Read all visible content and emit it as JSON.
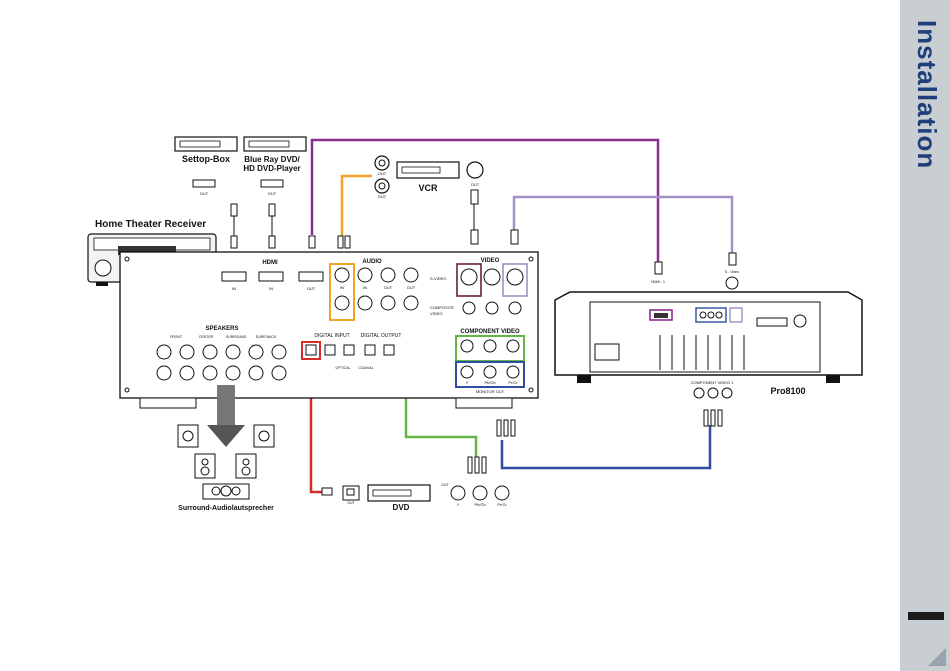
{
  "sidebar": {
    "title": "Installation"
  },
  "devices": {
    "settop_box": {
      "name": "Settop-Box",
      "port": "OUT"
    },
    "bluray": {
      "name_line1": "Blue Ray DVD/",
      "name_line2": "HD DVD-Player",
      "port": "OUT"
    },
    "vcr": {
      "name": "VCR",
      "out1": "OUT",
      "out2": "OUT",
      "svideo_out": "OUT"
    },
    "receiver": {
      "name": "Home Theater Receiver"
    },
    "dvd": {
      "name": "DVD",
      "port": "OUT",
      "y": "Y",
      "pb": "Pb/Cb",
      "pr": "Pr/Cr",
      "out_label": "OUT"
    },
    "projector": {
      "name": "Pro8100",
      "hdmi_port": "HDMI - 1",
      "svideo_port": "S - Video",
      "component_label": "COMPONENT VIDEO 1"
    },
    "speakers": {
      "caption": "Surround-Audiolautsprecher"
    }
  },
  "panel": {
    "hdmi": "HDMI",
    "hdmi_in1": "IN",
    "hdmi_in2": "IN",
    "hdmi_out": "OUT",
    "audio": "AUDIO",
    "in": "IN",
    "out": "OUT",
    "video": "VIDEO",
    "s_video": "S-VIDEO",
    "composite": "COMPOSITE",
    "video2": "VIDEO",
    "speakers": "SPEAKERS",
    "front": "FRONT",
    "center": "CENTER",
    "surround": "SURROUND",
    "surr_back": "SURR.BACK",
    "digital_input": "DIGITAL INPUT",
    "digital_output": "DIGITAL OUTPUT",
    "optical": "OPTICAL",
    "coaxial": "COAXIAL",
    "component_video": "COMPONENT VIDEO",
    "y": "Y",
    "pb": "Pb/Cb",
    "pr": "Pr/Cr",
    "monitor_out": "MONITOR OUT"
  },
  "colors": {
    "purple": "#8a2e8f",
    "lavender": "#a58fc4",
    "orange": "#f0a22b",
    "red": "#d42b2b",
    "green": "#62b544",
    "blue": "#2e4ea0",
    "accent_title": "#1f3f7a"
  }
}
